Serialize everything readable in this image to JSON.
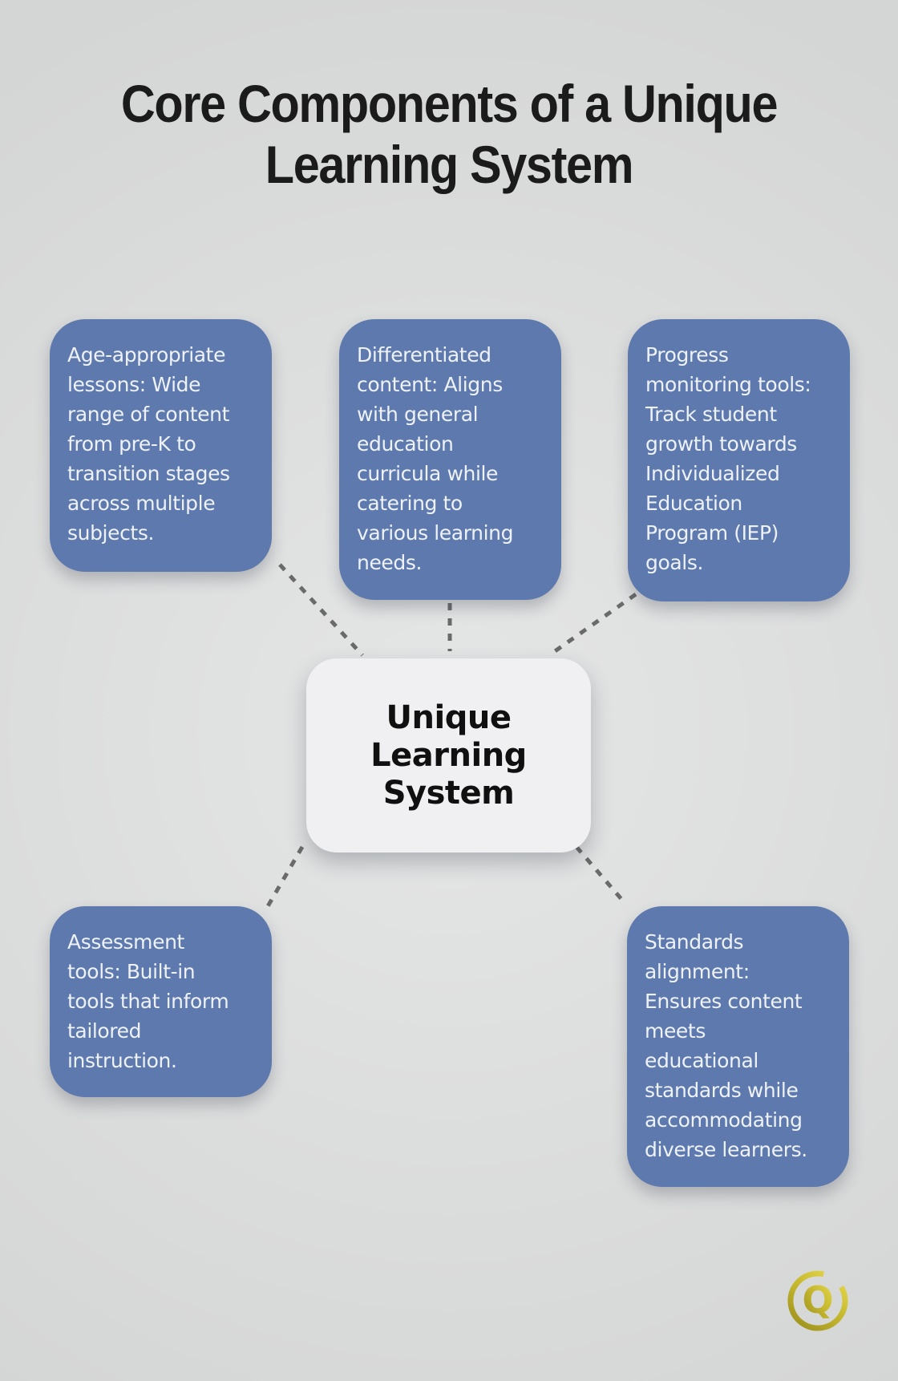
{
  "title": "Core Components of a Unique\nLearning System",
  "center": {
    "label": "Unique Learning\nSystem"
  },
  "nodes": [
    {
      "id": "age-appropriate-lessons",
      "text": "Age-appropriate\nlessons: Wide\nrange of content\nfrom pre-K to\ntransition stages\nacross multiple\nsubjects."
    },
    {
      "id": "differentiated-content",
      "text": "Differentiated\ncontent: Aligns\nwith general\neducation\ncurricula while\ncatering to\nvarious learning\nneeds."
    },
    {
      "id": "progress-monitoring-tools",
      "text": "Progress\nmonitoring tools:\nTrack student\ngrowth towards\nIndividualized\nEducation\nProgram (IEP)\ngoals."
    },
    {
      "id": "assessment-tools",
      "text": "Assessment\ntools: Built-in\ntools that inform\ntailored\ninstruction."
    },
    {
      "id": "standards-alignment",
      "text": "Standards\nalignment:\nEnsures content\nmeets\neducational\nstandards while\naccommodating\ndiverse learners."
    }
  ],
  "logo": {
    "letter": "Q"
  },
  "colors": {
    "background": "#dcdddd",
    "node_fill": "#5d79ad",
    "node_text": "#eef2f7",
    "center_fill": "#f0f0f2",
    "center_text": "#101010",
    "title_text": "#1b1b1b",
    "connector": "#6a6a6a",
    "logo_gold_light": "#e6d94e",
    "logo_gold_dark": "#998d1c"
  }
}
